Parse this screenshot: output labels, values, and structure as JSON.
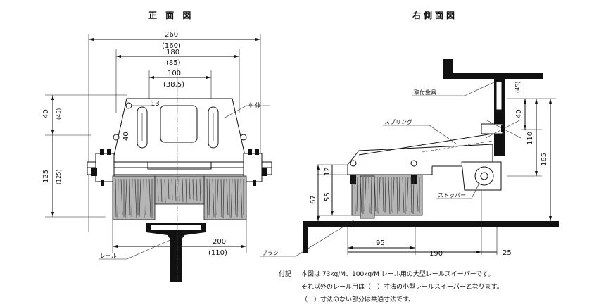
{
  "front_view": {
    "title": "正 面 図",
    "dims": {
      "overall_width": "260",
      "overall_width_small": "(160)",
      "mid_width": "180",
      "mid_width_small": "(85)",
      "inner_width": "100",
      "inner_width_small": "(38.5)",
      "brush_width": "200",
      "brush_width_small": "(110)",
      "height_top": "40",
      "height_top_small": "(45)",
      "slot_13": "13",
      "slot_40": "40",
      "height_125": "125",
      "height_125_small": "(125)"
    },
    "labels": {
      "body": "本 体",
      "rail": "レール",
      "brush": "ブラシ"
    }
  },
  "side_view": {
    "title": "右側面図",
    "dims": {
      "d40": "40",
      "d110": "110",
      "d165": "165",
      "d12": "12",
      "d67": "67",
      "d55": "55",
      "d95": "95",
      "d190": "190",
      "d25": "25",
      "d45_small": "(45)"
    },
    "labels": {
      "bracket": "取付金具",
      "spring": "スプリング",
      "stopper": "ストッパー"
    }
  },
  "notes": {
    "heading": "付記",
    "line1": "本図は 73kg/M、100kg/M レール用の大型レールスイーパーです。",
    "line2": "それ以外のレール用は（　）寸法の小型レールスイーパーとなります。",
    "line3": "（　）寸法のない部分は共通寸法です。"
  }
}
